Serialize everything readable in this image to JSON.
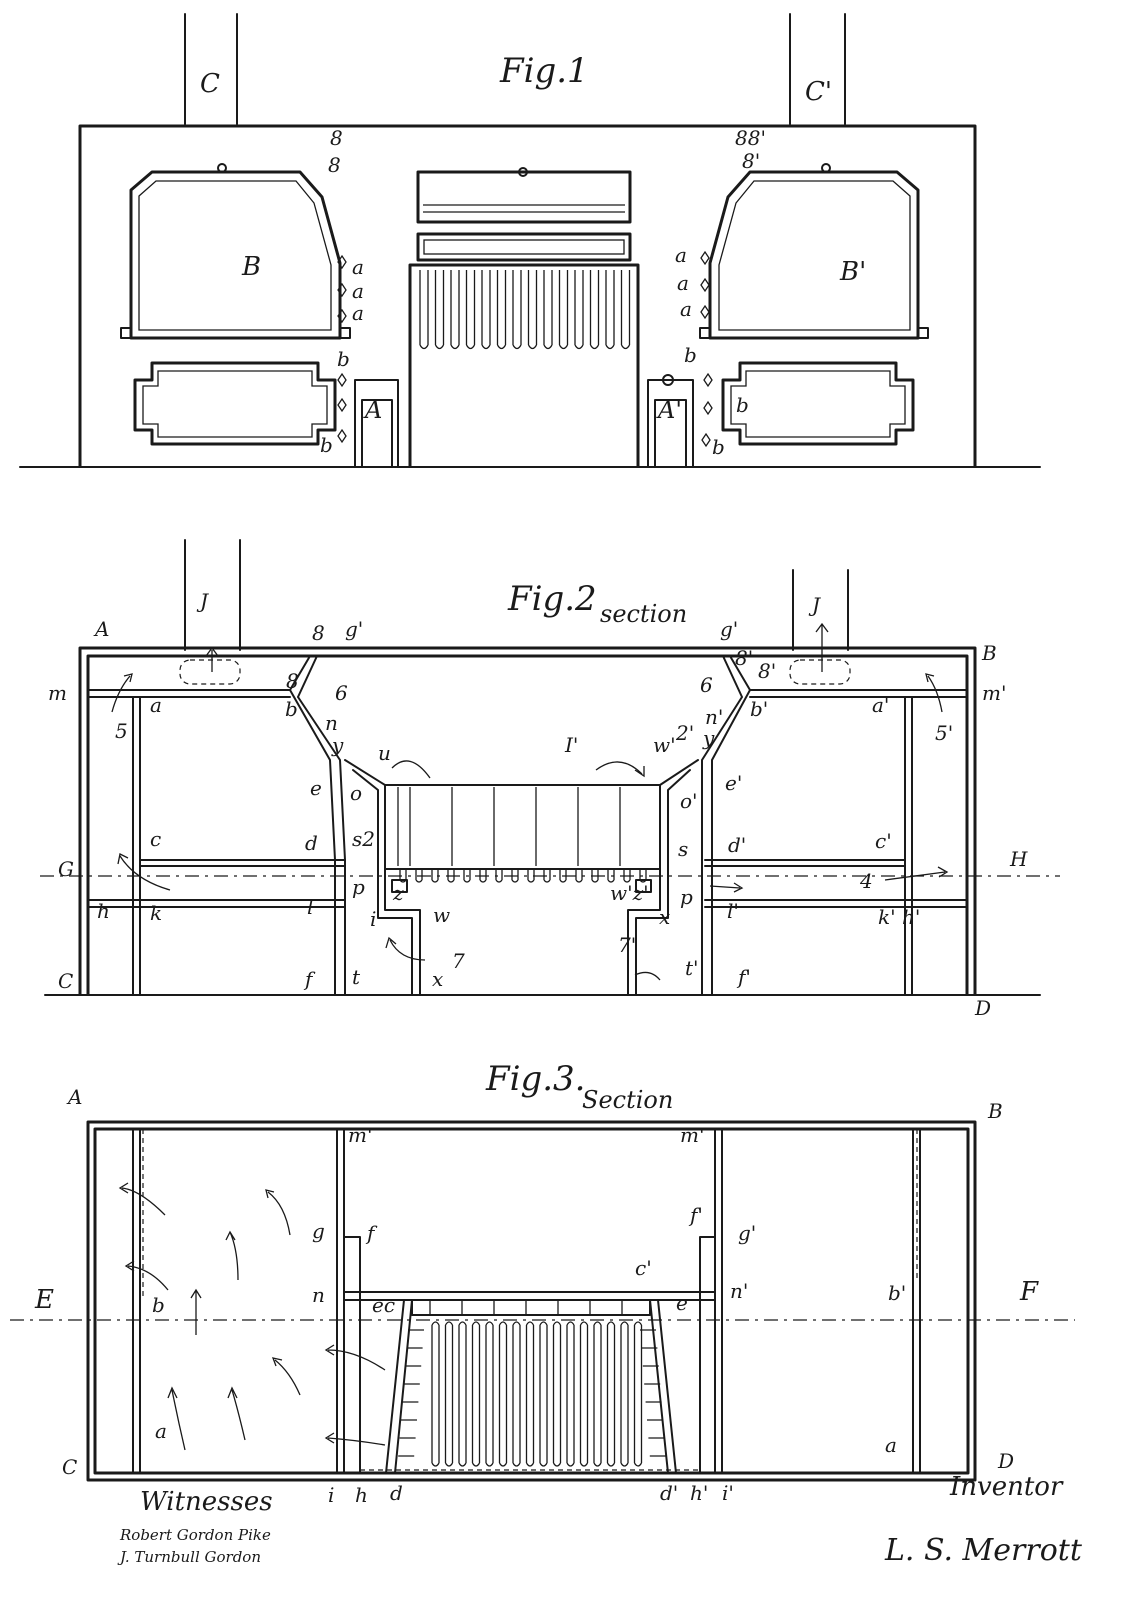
{
  "fig1": {
    "title": "Fig.1",
    "labels": {
      "c": "C",
      "c_prime": "C'",
      "b": "B",
      "b_prime": "B'",
      "a": "a",
      "bb": "b",
      "a_l": "A",
      "a_r": "A'",
      "n8": "8",
      "n8b": "8",
      "n88p": "88'",
      "n8pb": "8'"
    }
  },
  "fig2": {
    "title": "Fig.2",
    "subtitle": "section",
    "labels": {
      "A": "A",
      "B": "B",
      "C": "C",
      "D": "D",
      "G": "G",
      "H": "H",
      "J": "J",
      "J2": "J",
      "m": "m",
      "m_p": "m'",
      "g_p": "g'",
      "a": "a",
      "a_p": "a'",
      "b": "b",
      "b_p": "b'",
      "n": "n",
      "n_p": "n'",
      "y": "y",
      "y_p": "y",
      "e": "e",
      "e_p": "e'",
      "u": "u",
      "I_p": "I'",
      "w_p": "w'",
      "two_p": "2'",
      "o": "o",
      "o_p": "o'",
      "c": "c",
      "c_p": "c'",
      "d": "d",
      "d_p": "d'",
      "s2": "s2",
      "s": "s",
      "p": "p",
      "p2": "p",
      "z": "z",
      "z_p": "w'z'",
      "l": "l",
      "l_p": "l'",
      "i": "i",
      "w": "w",
      "x": "x",
      "x2": "x",
      "h": "h",
      "k": "k",
      "k_p": "k' h'",
      "f": "f",
      "f_p": "f'",
      "t": "t",
      "t_p": "t'",
      "seven": "7",
      "seven_p": "7'",
      "five": "5",
      "five_p": "5'",
      "six": "6",
      "six_p": "6",
      "eight": "8",
      "eight_b": "8",
      "eight_p": "8'",
      "eight_pb": "8'",
      "four": "4"
    }
  },
  "fig3": {
    "title": "Fig.3.",
    "subtitle": "Section",
    "labels": {
      "A": "A",
      "B": "B",
      "C": "C",
      "D": "D",
      "E": "E",
      "F": "F",
      "m_p": "m'",
      "m_p2": "m'",
      "g": "g",
      "g_p": "g'",
      "f": "f",
      "f_p": "f'",
      "c_p": "c'",
      "n": "n",
      "n_p": "n'",
      "ec": "ec",
      "e": "e",
      "b": "b",
      "b_p": "b'",
      "a": "a",
      "a_p": "a",
      "i": "i",
      "h": "h",
      "d": "d",
      "d_p": "d'",
      "h_p": "h'",
      "i_p": "i'"
    }
  },
  "footer": {
    "witnesses_label": "Witnesses",
    "inventor_label": "Inventor",
    "witness_signature_1": "Robert Gordon Pike",
    "witness_signature_2": "J. Turnbull Gordon",
    "inventor_signature": "L. S. Merrott"
  }
}
